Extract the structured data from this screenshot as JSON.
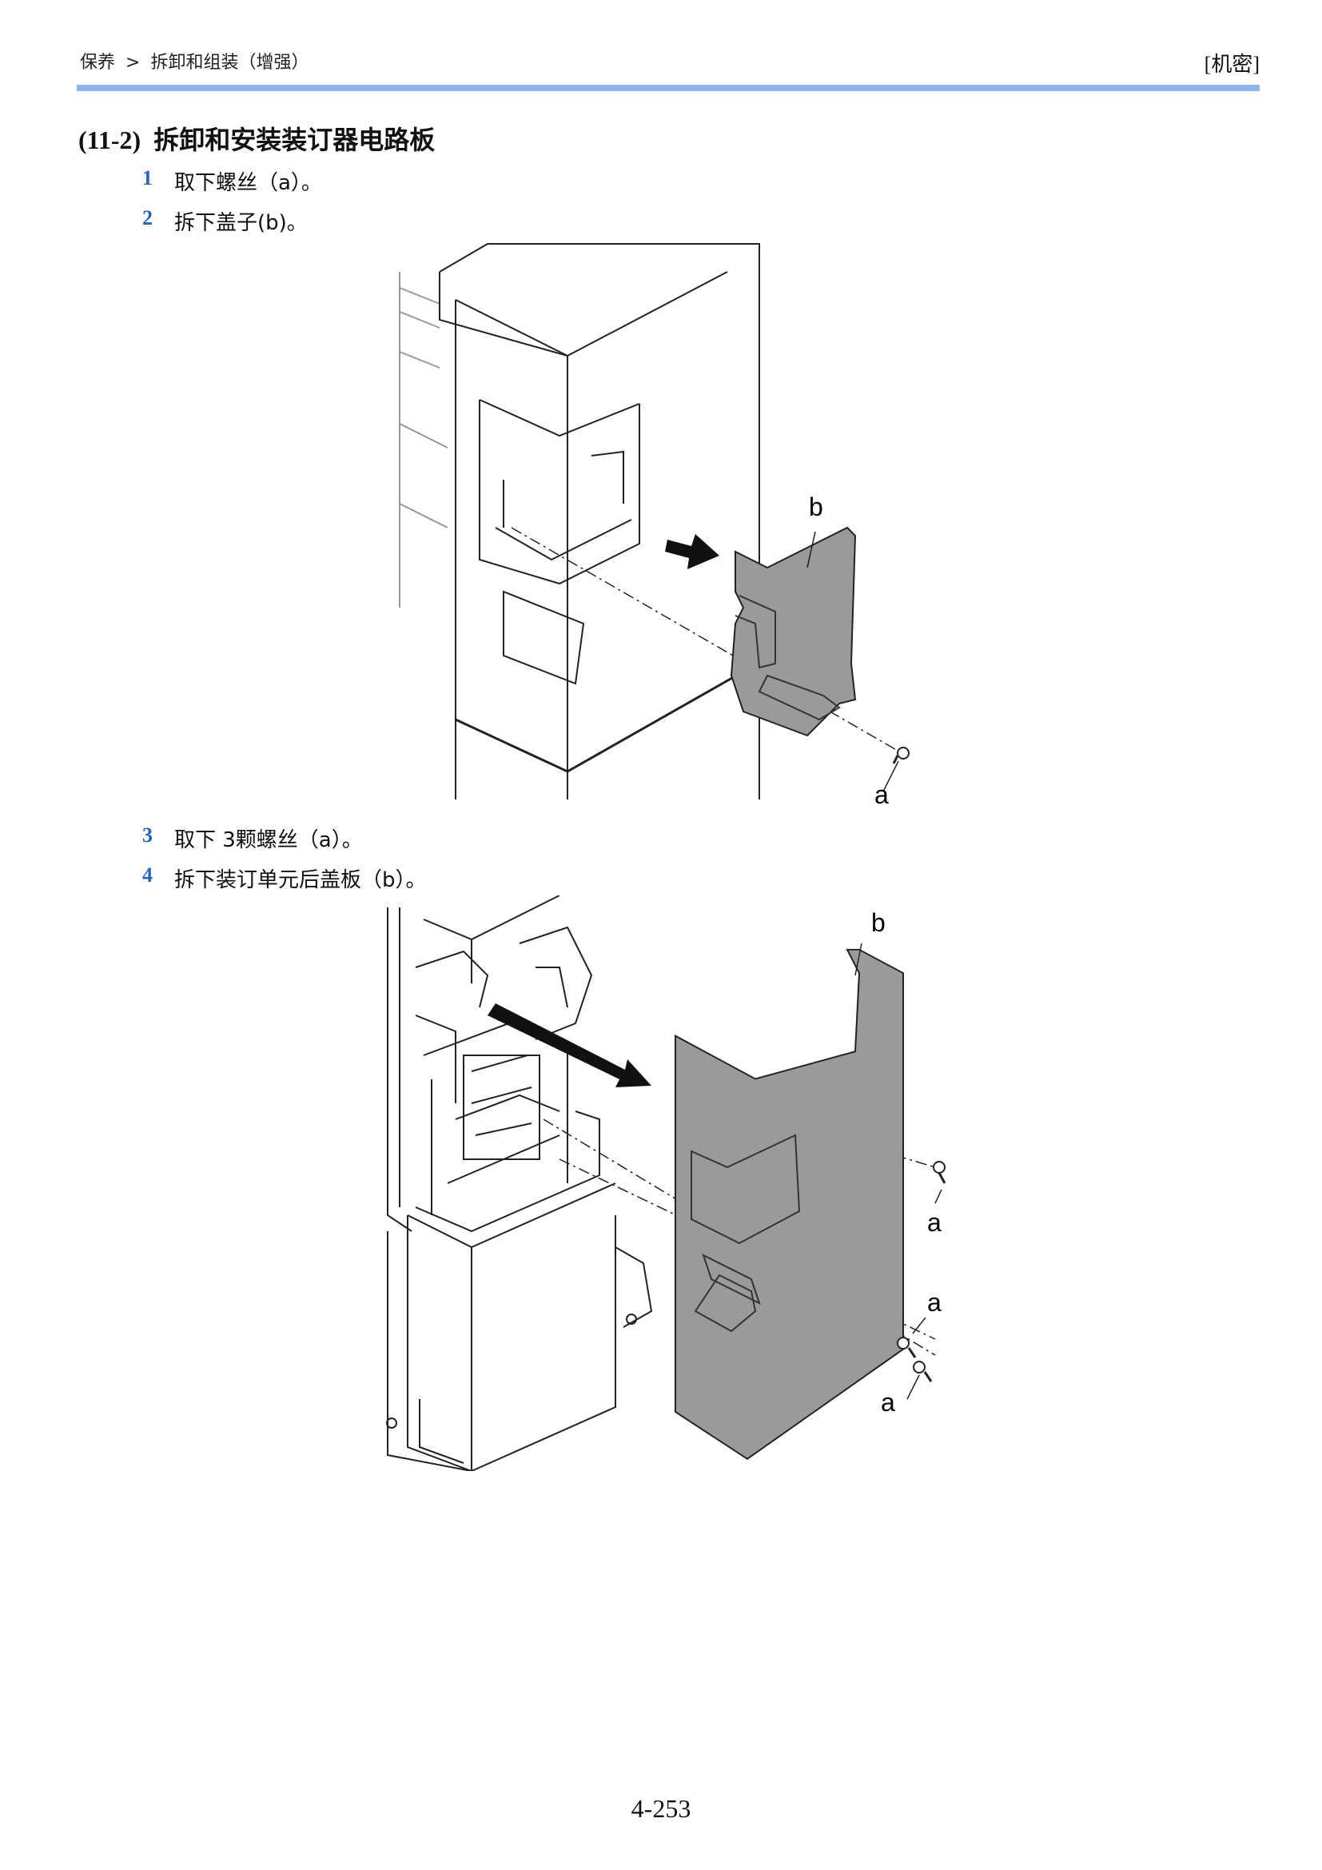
{
  "header": {
    "breadcrumb": [
      "保养",
      ">",
      "拆卸和组装（增强）"
    ],
    "confidential": "[机密]"
  },
  "section": {
    "number": "(11-2)",
    "title": "拆卸和安装装订器电路板"
  },
  "steps": [
    {
      "number": "1",
      "text": "取下螺丝（a）。"
    },
    {
      "number": "2",
      "text": "拆下盖子(b)。"
    },
    {
      "number": "3",
      "text": "取下  3颗螺丝（a）。"
    },
    {
      "number": "4",
      "text": "拆下装订单元后盖板（b）。"
    }
  ],
  "figure1": {
    "label_cover": "b",
    "label_screw": "a"
  },
  "figure2": {
    "label_cover": "b",
    "label_screw_1": "a",
    "label_screw_2": "a",
    "label_screw_3": "a"
  },
  "colors": {
    "accent_rule": "#8cb4ee",
    "step_number": "#2563c9",
    "part_fill": "#9a9a9a"
  },
  "page_number": "4-253"
}
